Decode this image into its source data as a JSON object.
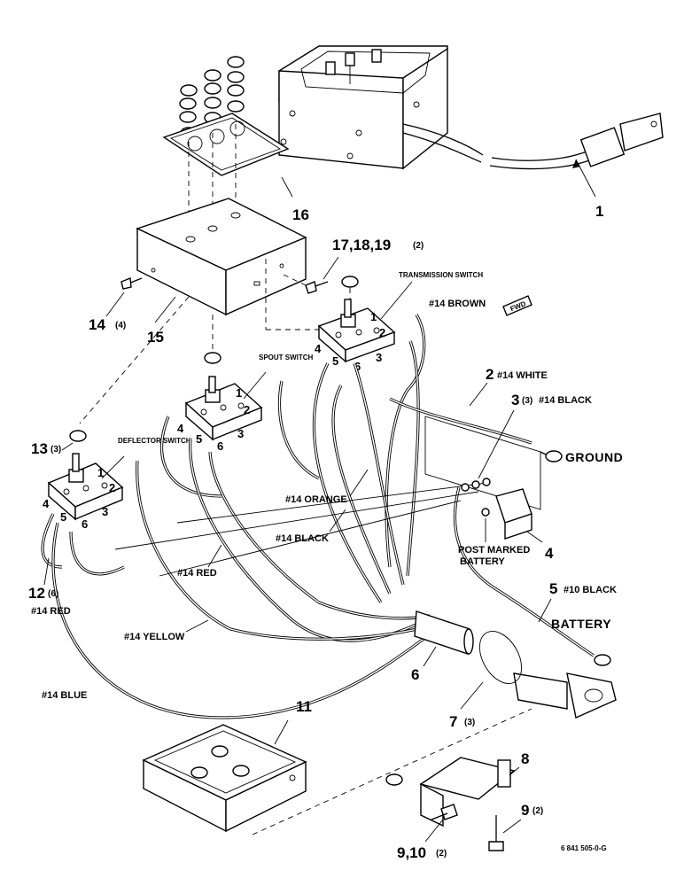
{
  "callouts": {
    "c1": "1",
    "c2": "2",
    "c3": "3",
    "c3_qty": "(3)",
    "c4": "4",
    "c5": "5",
    "c6": "6",
    "c7": "7",
    "c7_qty": "(3)",
    "c8": "8",
    "c9": "9",
    "c9_qty": "(2)",
    "c9_10": "9,10",
    "c9_10_qty": "(2)",
    "c11": "11",
    "c12": "12",
    "c12_qty": "(6)",
    "c13": "13",
    "c13_qty": "(3)",
    "c14": "14",
    "c14_qty": "(4)",
    "c15": "15",
    "c16": "16",
    "c17_18_19": "17,18,19",
    "c17_qty": "(2)"
  },
  "terminal_numbers": [
    "1",
    "2",
    "3",
    "4",
    "5",
    "6"
  ],
  "labels": {
    "transmission_switch": "TRANSMISSION SWITCH",
    "spout_switch": "SPOUT SWITCH",
    "deflector_switch": "DEFLECTOR SWITCH",
    "wire_brown": "#14 BROWN",
    "wire_white": "#14 WHITE",
    "wire_black_3": "#14 BLACK",
    "ground": "GROUND",
    "wire_orange": "#14 ORANGE",
    "wire_black": "#14 BLACK",
    "post_marked": "POST MARKED",
    "battery_post": "BATTERY",
    "wire_10_black": "#10 BLACK",
    "battery": "BATTERY",
    "wire_red_mid": "#14 RED",
    "wire_red": "#14 RED",
    "wire_yellow": "#14 YELLOW",
    "wire_blue": "#14 BLUE",
    "fwd": "FWD",
    "drawing_number": "6 841 505-0-G"
  }
}
